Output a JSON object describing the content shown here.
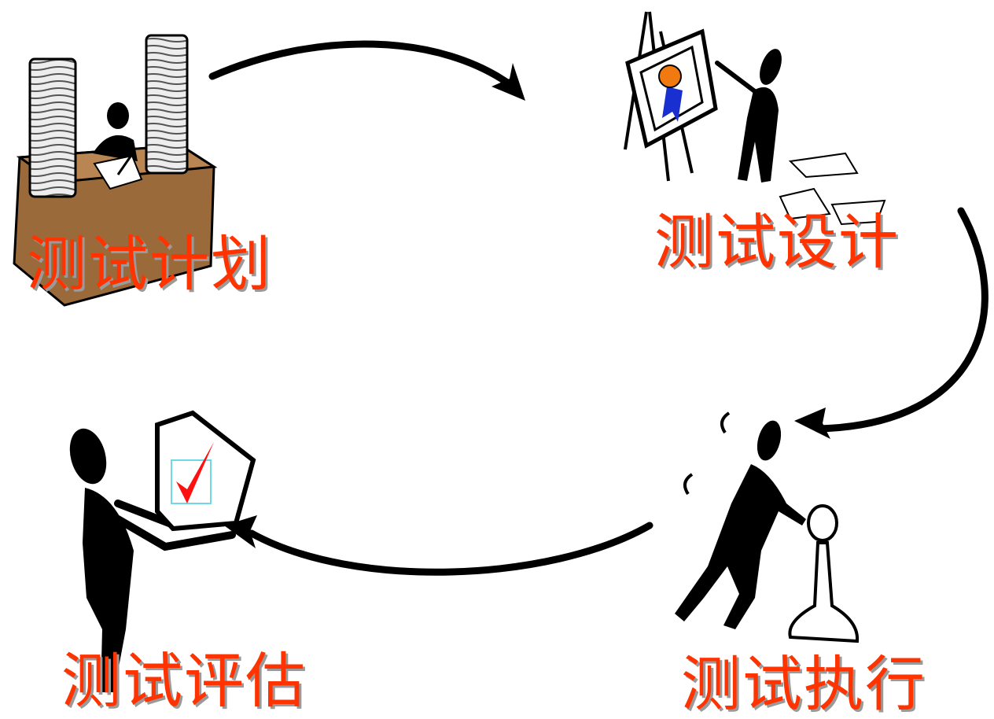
{
  "stages": {
    "plan": "测试计划",
    "design": "测试设计",
    "execution": "测试执行",
    "evaluation": "测试评估"
  },
  "colors": {
    "label": "#ff3300",
    "label_shadow": "#9a9a9a",
    "ink": "#000000",
    "desk": "#9b6a3a",
    "paper": "#e8e8e8",
    "rosette": "#f07a10",
    "ribbon": "#1a2fcf",
    "check": "#ff1010",
    "checkbox_border": "#6fd8e6"
  }
}
